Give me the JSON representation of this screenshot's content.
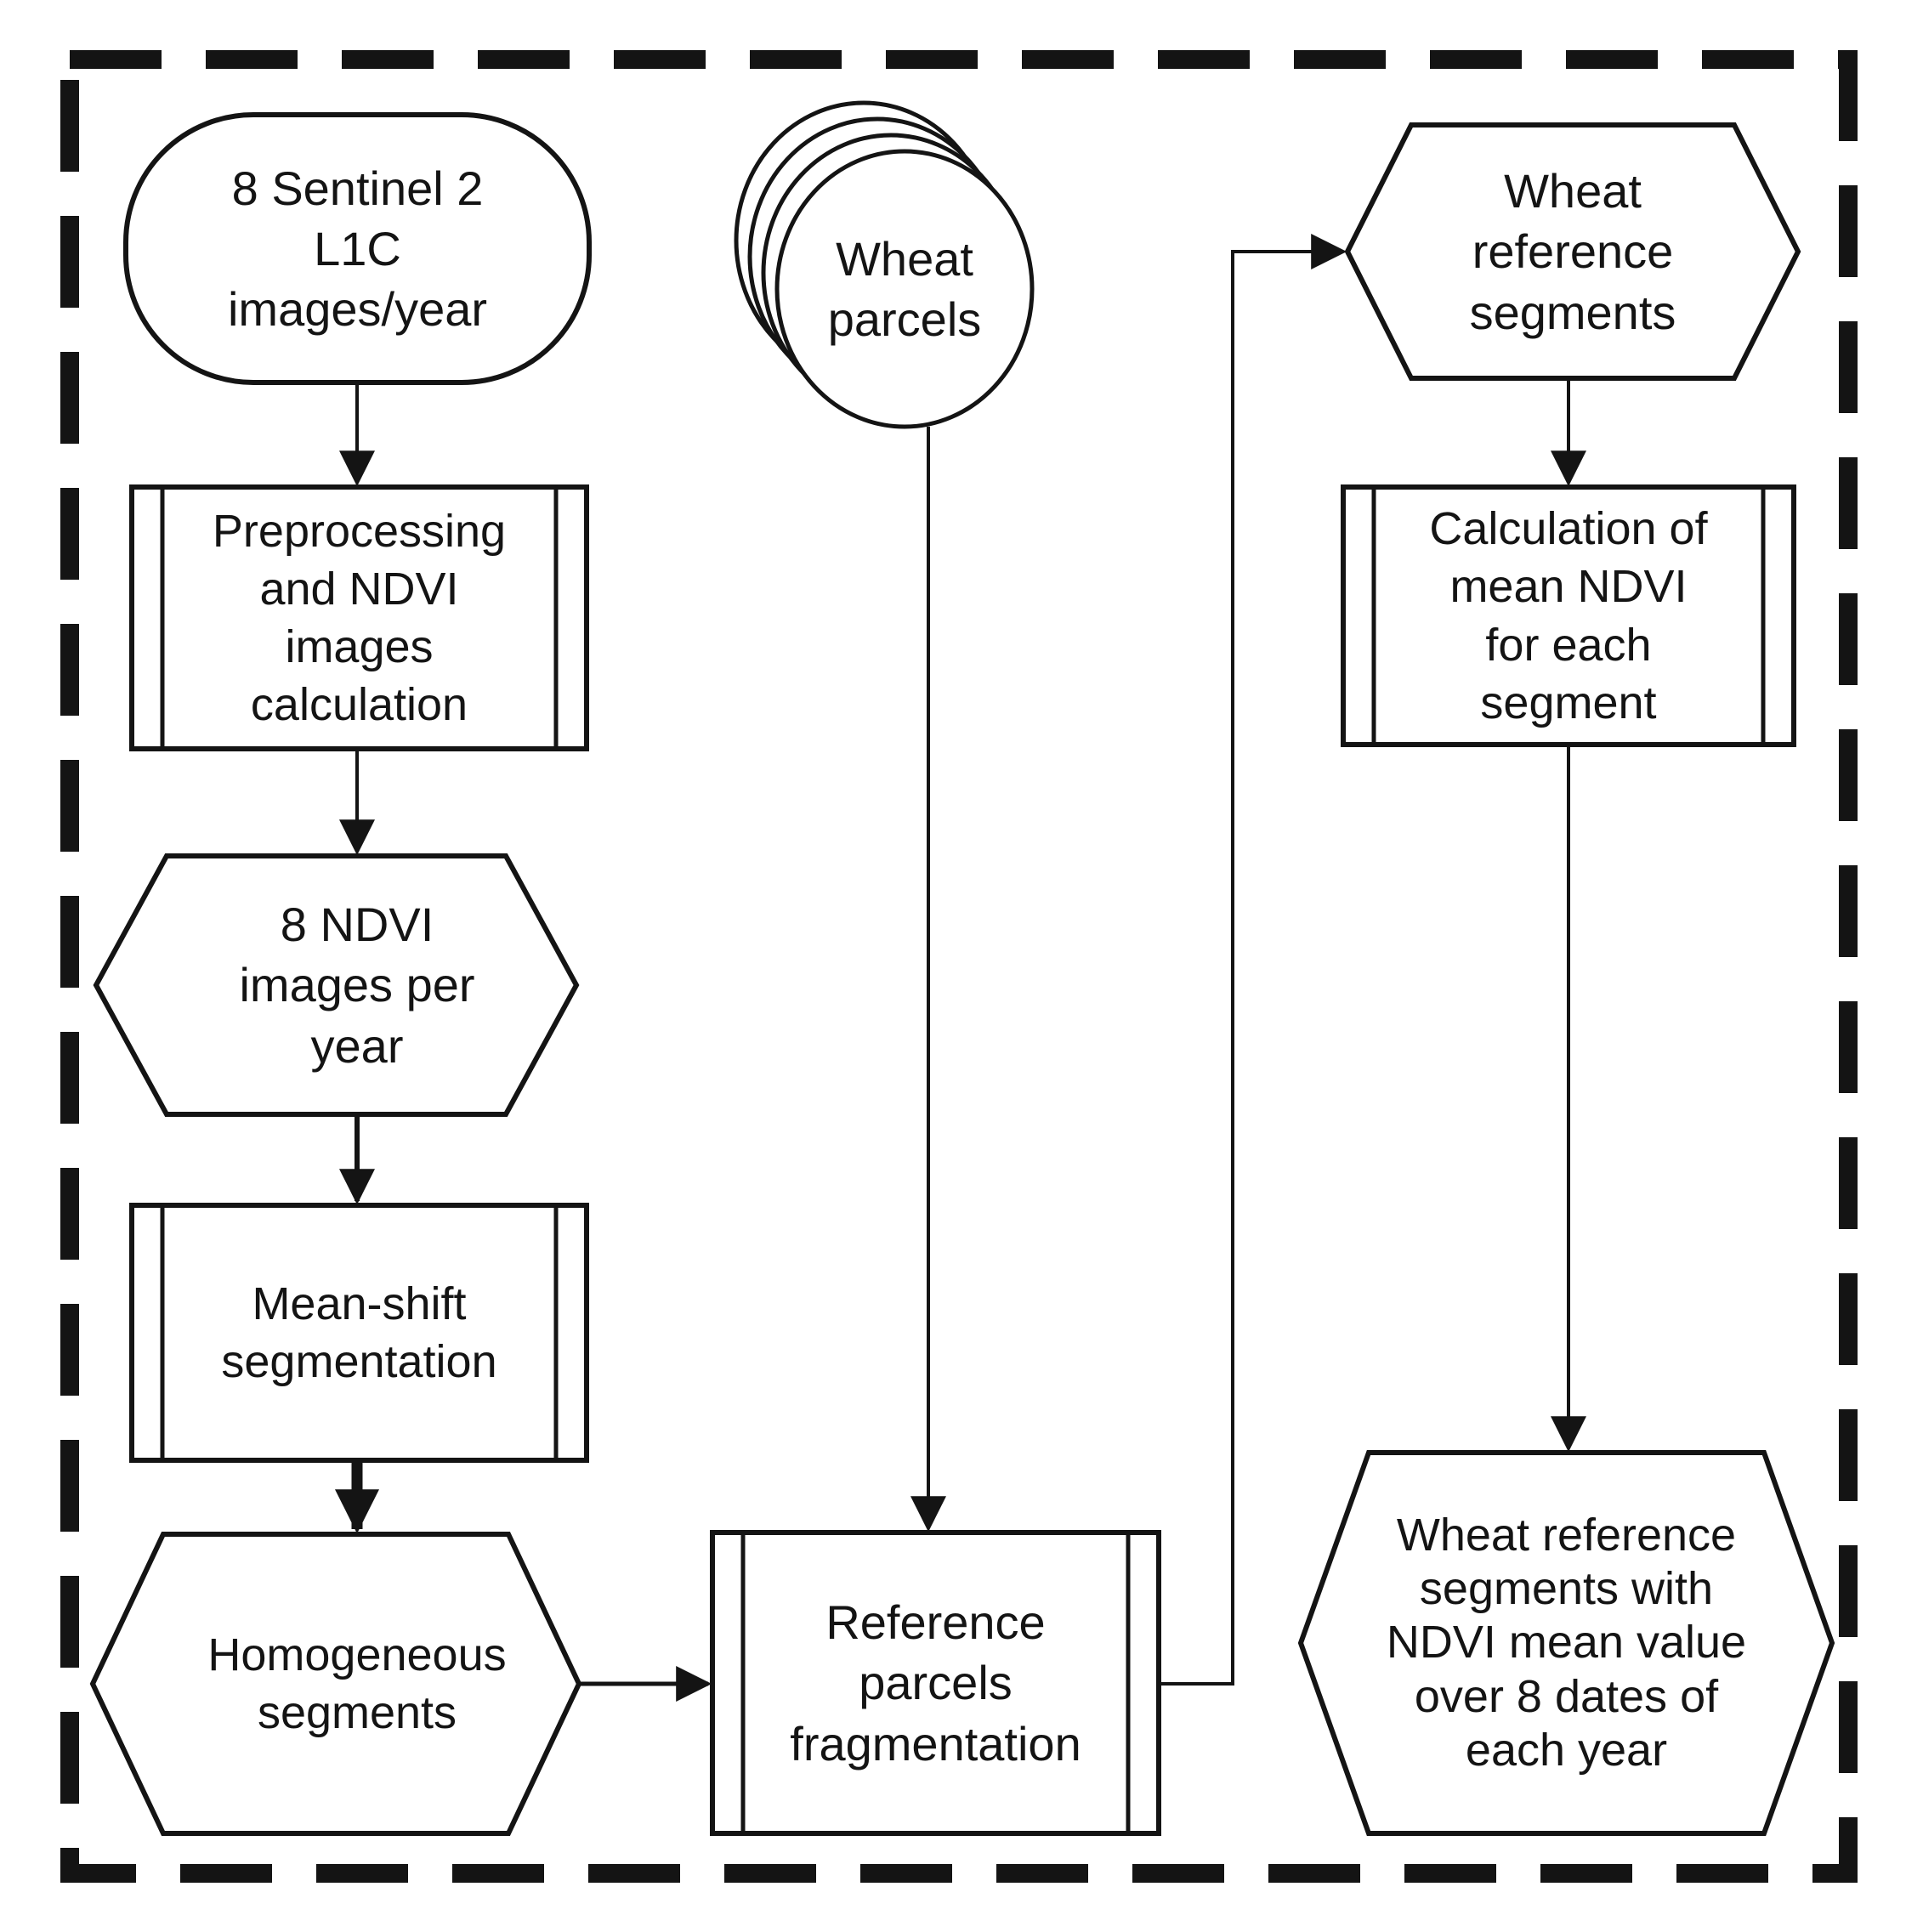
{
  "diagram": {
    "type": "flowchart",
    "background_color": "#ffffff",
    "line_color": "#141414",
    "text_color": "#141414",
    "border_style": "thick-dashed-rectangle",
    "nodes": {
      "sentinel_images": {
        "shape": "terminator",
        "label": "8 Sentinel 2\nL1C\nimages/year"
      },
      "preprocessing": {
        "shape": "predefined-process",
        "label": "Preprocessing\nand NDVI\nimages\ncalculation"
      },
      "ndvi_images": {
        "shape": "hexagon",
        "label": "8 NDVI\nimages per\nyear"
      },
      "mean_shift": {
        "shape": "predefined-process",
        "label": "Mean-shift\nsegmentation"
      },
      "homogeneous_segments": {
        "shape": "hexagon",
        "label": "Homogeneous\nsegments"
      },
      "wheat_parcels": {
        "shape": "stacked-circles",
        "label": "Wheat\nparcels"
      },
      "reference_fragmentation": {
        "shape": "predefined-process",
        "label": "Reference\nparcels\nfragmentation"
      },
      "wheat_reference_segments": {
        "shape": "hexagon",
        "label": "Wheat\nreference\nsegments"
      },
      "mean_ndvi_calculation": {
        "shape": "predefined-process",
        "label": "Calculation of\nmean NDVI\nfor each\nsegment"
      },
      "wheat_segments_ndvi": {
        "shape": "hexagon",
        "label": "Wheat reference\nsegments with\nNDVI mean value\nover 8 dates of\neach year"
      }
    },
    "edges": [
      {
        "from": "sentinel_images",
        "to": "preprocessing",
        "style": "thin-arrow"
      },
      {
        "from": "preprocessing",
        "to": "ndvi_images",
        "style": "thin-arrow"
      },
      {
        "from": "ndvi_images",
        "to": "mean_shift",
        "style": "thin-arrow"
      },
      {
        "from": "mean_shift",
        "to": "homogeneous_segments",
        "style": "thick-arrow"
      },
      {
        "from": "homogeneous_segments",
        "to": "reference_fragmentation",
        "style": "thin-arrow"
      },
      {
        "from": "wheat_parcels",
        "to": "reference_fragmentation",
        "style": "thin-arrow"
      },
      {
        "from": "reference_fragmentation",
        "to": "wheat_reference_segments",
        "style": "thin-arrow-elbow"
      },
      {
        "from": "wheat_reference_segments",
        "to": "mean_ndvi_calculation",
        "style": "thin-arrow"
      },
      {
        "from": "mean_ndvi_calculation",
        "to": "wheat_segments_ndvi",
        "style": "thin-arrow"
      }
    ]
  }
}
